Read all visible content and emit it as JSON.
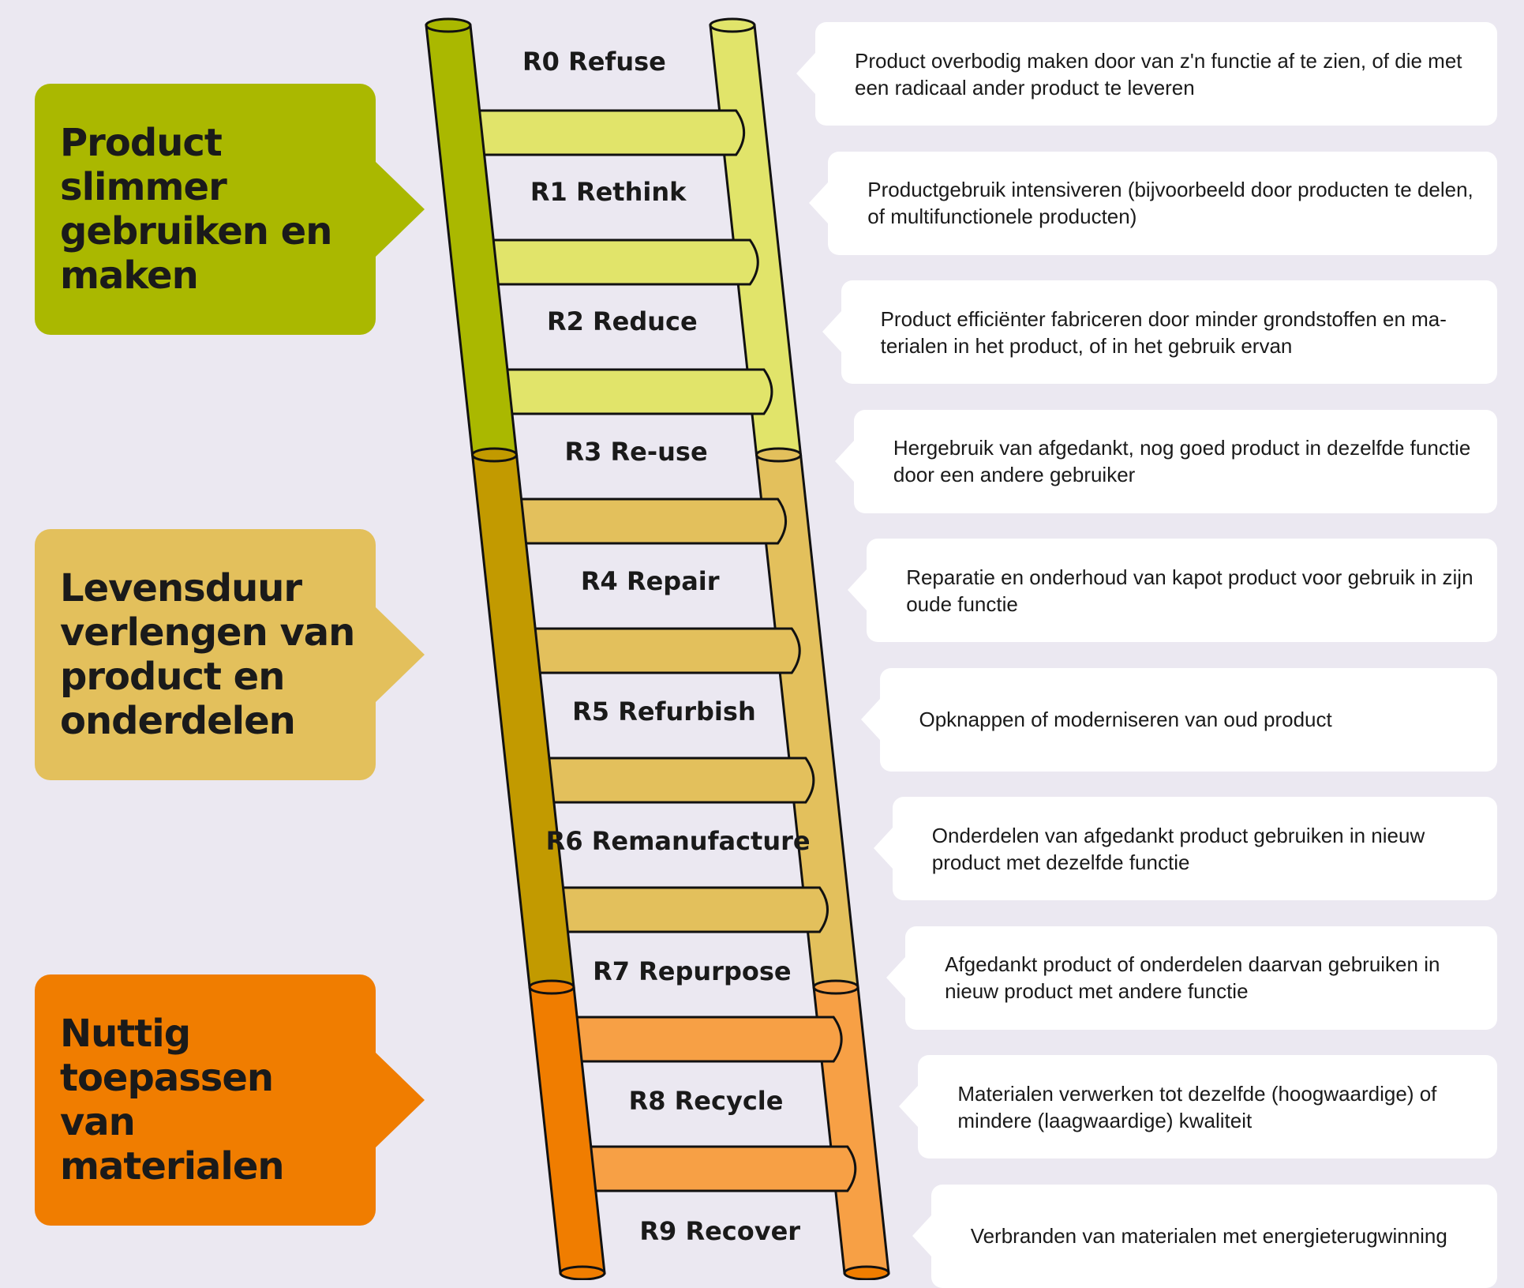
{
  "categories": [
    {
      "label": "Product slimmer\ngebruiken en\nmaken",
      "color": "#aab800"
    },
    {
      "label": "Levensduur\nverlengen van\nproduct en\nonderdelen",
      "color": "#e3c05c"
    },
    {
      "label": "Nuttig\ntoepassen van\nmaterialen",
      "color": "#f07d00"
    }
  ],
  "steps": [
    {
      "label": "R0 Refuse",
      "description": "Product overbodig maken door van z'n functie af te zien, of die met een radicaal ander product te leveren"
    },
    {
      "label": "R1 Rethink",
      "description": "Productgebruik intensiveren (bijvoorbeeld door producten te delen, of multifunctionele producten)"
    },
    {
      "label": "R2 Reduce",
      "description": "Product efficiënter fabriceren door minder grondstoffen en ma-terialen in het product, of in het gebruik ervan"
    },
    {
      "label": "R3 Re-use",
      "description": "Hergebruik van afgedankt, nog goed product in dezelfde functie door een andere gebruiker"
    },
    {
      "label": "R4 Repair",
      "description": "Reparatie en onderhoud van kapot product voor gebruik in zijn oude functie"
    },
    {
      "label": "R5 Refurbish",
      "description": "Opknappen of moderniseren van oud product"
    },
    {
      "label": "R6 Remanufacture",
      "description": "Onderdelen van afgedankt product gebruiken in nieuw product met dezelfde functie"
    },
    {
      "label": "R7 Repurpose",
      "description": "Afgedankt product of onderdelen daarvan gebruiken in nieuw product met andere functie"
    },
    {
      "label": "R8 Recycle",
      "description": "Materialen verwerken tot dezelfde (hoogwaardige) of mindere (laagwaardige) kwaliteit"
    },
    {
      "label": "R9 Recover",
      "description": "Verbranden van materialen met energieterugwinning"
    }
  ],
  "colors": {
    "background": "#ebe8f1",
    "green_dark": "#aab800",
    "green_light": "#e1e46a",
    "gold_dark": "#c29a00",
    "gold_light": "#e3c05c",
    "orange_dark": "#f07d00",
    "orange_light": "#f7a045"
  }
}
